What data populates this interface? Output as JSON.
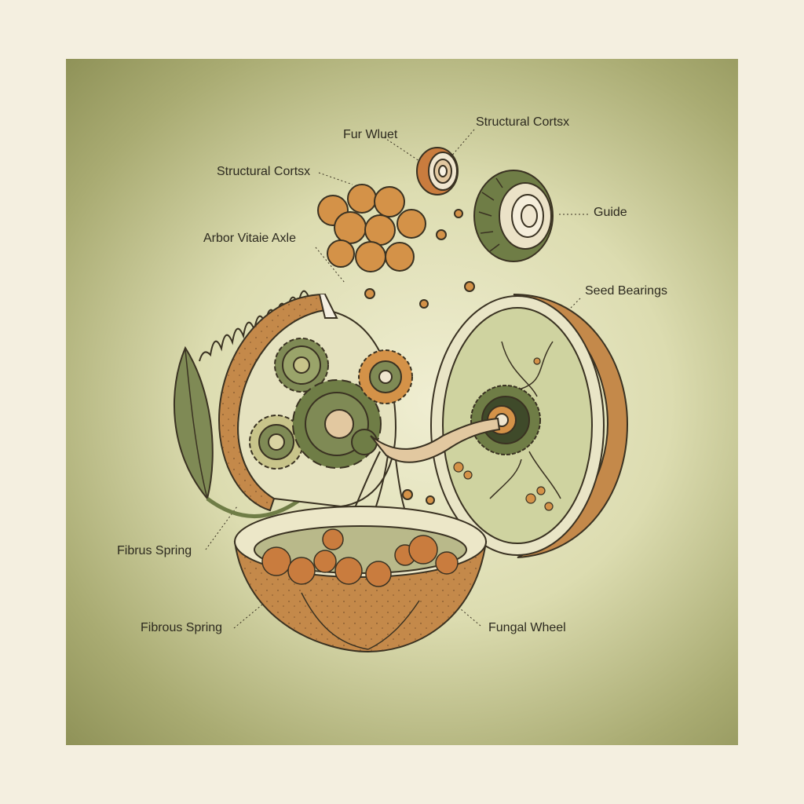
{
  "labels": {
    "fur_wheel": "Fur Wluet",
    "structural_cortex_top": "Structural Cortsx",
    "structural_cortex_left": "Structural Cortsx",
    "guide": "Guide",
    "arbor_axle": "Arbor Vitaie Axle",
    "seed_bearings": "Seed Bearings",
    "fibrous_spring_upper": "Fibrus Spring",
    "fibrous_spring_lower": "Fibrous Spring",
    "fungal_wheel": "Fungal Wheel"
  },
  "colors": {
    "background": "#f4efe0",
    "frame": "#b8ba84",
    "shell": "#c4894a",
    "gear": "#7f8a55",
    "seed": "#d49248",
    "line": "#3a3222"
  }
}
